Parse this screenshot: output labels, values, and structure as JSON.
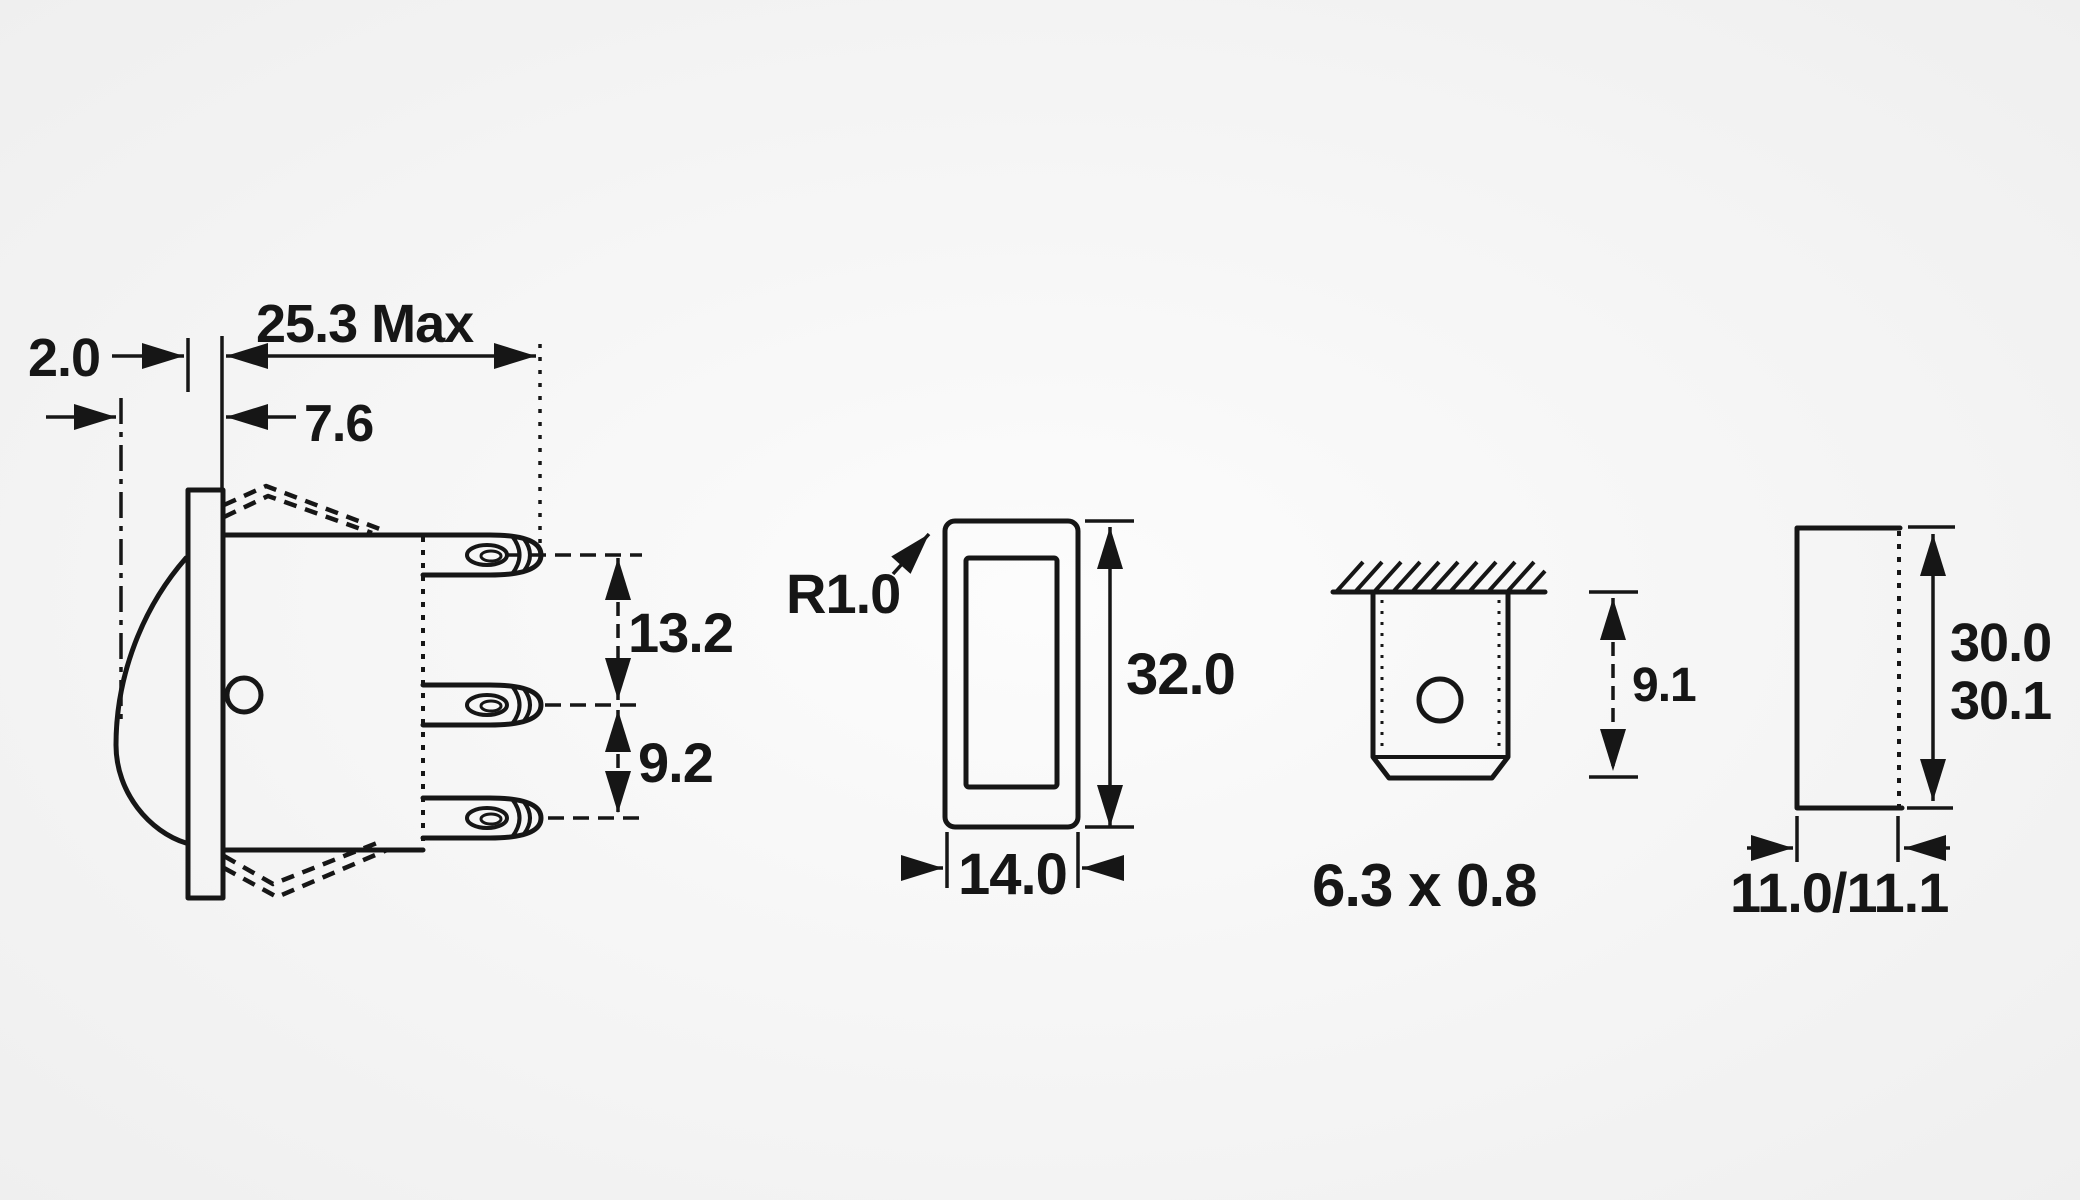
{
  "colors": {
    "background": "#efefef",
    "ink": "#161616"
  },
  "views": {
    "side": {
      "labels": {
        "flange_thickness": "2.0",
        "depth_max": "25.3 Max",
        "front_protrusion": "7.6",
        "terminal_spacing_top": "13.2",
        "terminal_spacing_bottom": "9.2"
      }
    },
    "cutout_front": {
      "labels": {
        "corner_radius": "R1.0",
        "cutout_height": "32.0",
        "cutout_width": "14.0"
      }
    },
    "terminal_detail": {
      "labels": {
        "depth_below_panel": "9.1",
        "tab_size": "6.3 x 0.8"
      }
    },
    "cutout_side": {
      "labels": {
        "height_min": "30.0",
        "height_max": "30.1",
        "width_range": "11.0/11.1"
      }
    }
  }
}
